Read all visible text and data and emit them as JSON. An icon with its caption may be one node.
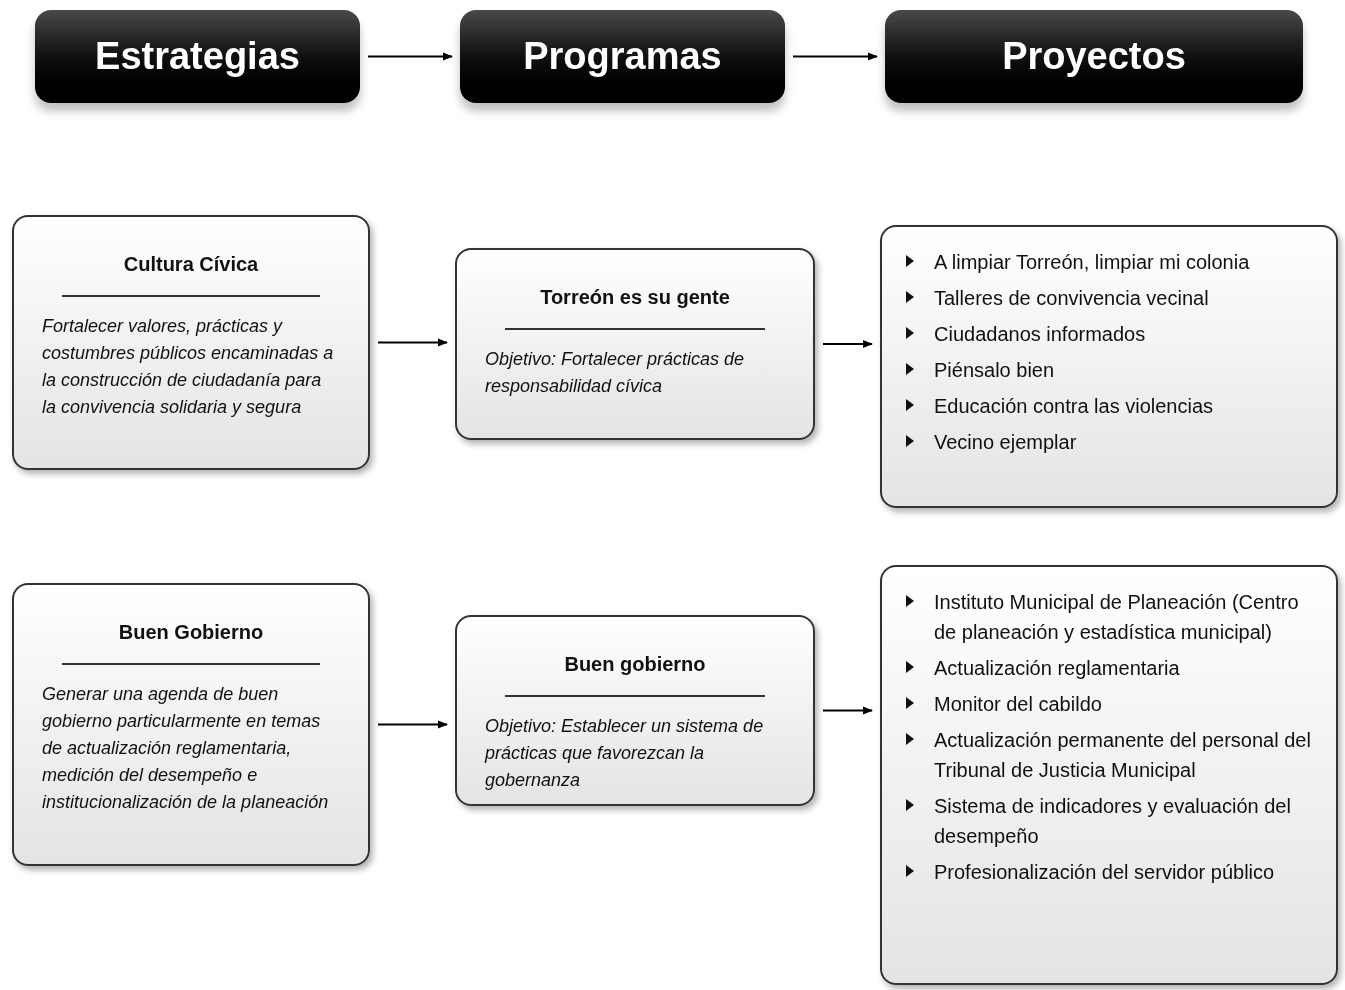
{
  "diagram": {
    "nodes": [
      {
        "text": [
          "Estrategias"
        ]
      },
      {
        "text": [
          "Programas"
        ]
      },
      {
        "text": [
          "Proyectos"
        ]
      },
      {
        "text": [
          "Cultura Cívica",
          "Fortalecer valores, prácticas y costumbres públicos encaminadas a la construcción de ciudadanía para la convivencia solidaria y segura"
        ]
      },
      {
        "text": [
          "Torreón es su gente",
          "Objetivo: Fortalecer prácticas de responsabilidad cívica"
        ]
      },
      {
        "text": [
          "A limpiar Torreón, limpiar mi colonia",
          "Talleres de convivencia vecinal",
          "Ciudadanos informados",
          "Piénsalo bien",
          "Educación contra las violencias",
          "Vecino ejemplar"
        ]
      },
      {
        "text": [
          "Buen Gobierno",
          "Generar una agenda de buen gobierno particularmente en temas de actualización reglamentaria, medición del desempeño e institucionalización de la planeación"
        ]
      },
      {
        "text": [
          "Buen gobierno",
          "Objetivo: Establecer un sistema de prácticas que favorezcan la gobernanza"
        ]
      },
      {
        "text": [
          "Instituto Municipal de Planeación (Centro de planeación y estadística municipal)",
          "Actualización reglamentaria",
          "Monitor del cabildo",
          "Actualización permanente del personal del Tribunal de Justicia Municipal",
          "Sistema de indicadores y evaluación del desempeño",
          "Profesionalización del servidor público"
        ]
      }
    ],
    "edges": [
      {
        "from": 0,
        "to": 1,
        "arrow": "to"
      },
      {
        "from": 1,
        "to": 2,
        "arrow": "to"
      },
      {
        "from": 3,
        "to": 4,
        "arrow": "to"
      },
      {
        "from": 4,
        "to": 5,
        "arrow": "to"
      },
      {
        "from": 6,
        "to": 7,
        "arrow": "to"
      },
      {
        "from": 7,
        "to": 8,
        "arrow": "to"
      }
    ]
  }
}
